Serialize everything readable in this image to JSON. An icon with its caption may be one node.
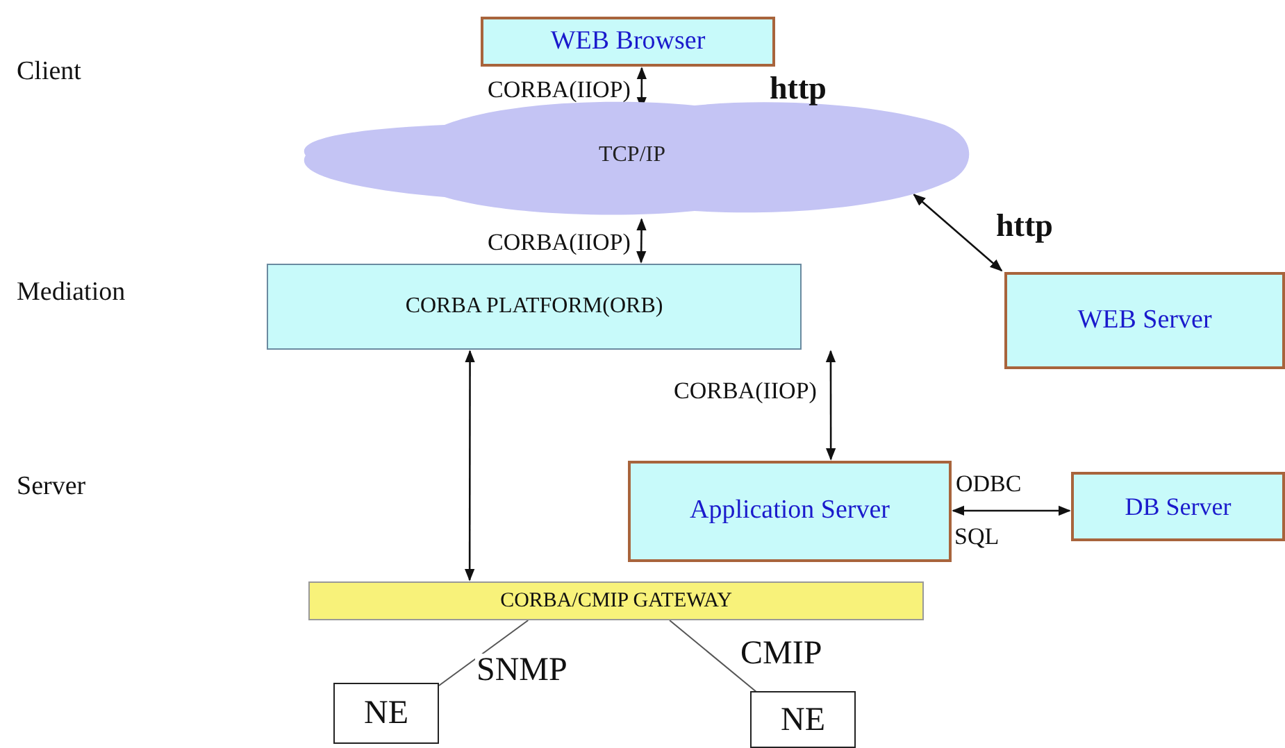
{
  "diagram": {
    "nodes": [
      {
        "text": [
          "WEB Browser"
        ]
      },
      {
        "text": [
          "TCP/IP"
        ]
      },
      {
        "text": [
          "CORBA PLATFORM(ORB)"
        ]
      },
      {
        "text": [
          "WEB Server"
        ]
      },
      {
        "text": [
          "Application Server"
        ]
      },
      {
        "text": [
          "DB Server"
        ]
      },
      {
        "text": [
          "CORBA/CMIP GATEWAY"
        ]
      },
      {
        "text": [
          "NE"
        ]
      },
      {
        "text": [
          "NE"
        ]
      }
    ],
    "edges": [
      {
        "from": 0,
        "to": 1,
        "arrow": "both",
        "label": "CORBA(IIOP)"
      },
      {
        "from": 1,
        "to": 2,
        "arrow": "both",
        "label": "CORBA(IIOP)"
      },
      {
        "from": 1,
        "to": 3,
        "arrow": "both",
        "label": "http"
      },
      {
        "from": 2,
        "to": 6,
        "arrow": "both"
      },
      {
        "from": 2,
        "to": 4,
        "arrow": "both",
        "label": "CORBA(IIOP)"
      },
      {
        "from": 4,
        "to": 5,
        "arrow": "both",
        "label": "ODBC"
      },
      {
        "from": 6,
        "to": 7,
        "arrow": "none",
        "label": "SNMP"
      },
      {
        "from": 6,
        "to": 8,
        "arrow": "none",
        "label": "CMIP"
      }
    ],
    "labels": [
      "Client",
      "http",
      "Mediation",
      "Server",
      "SQL"
    ]
  }
}
